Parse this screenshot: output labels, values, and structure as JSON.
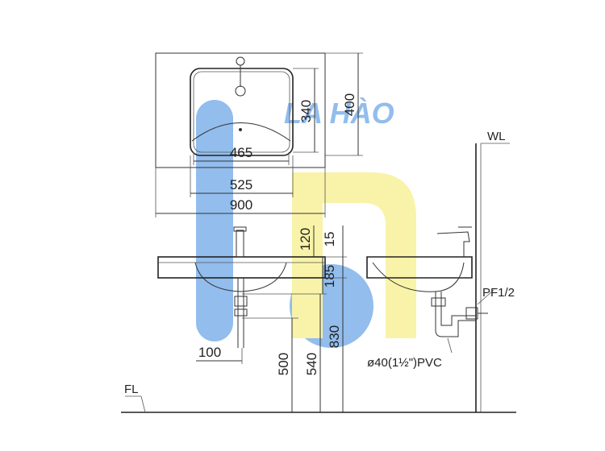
{
  "dimensions": {
    "d400": "400",
    "d340": "340",
    "d465": "465",
    "d525": "525",
    "d900": "900",
    "d120": "120",
    "d15": "15",
    "d185": "185",
    "d830": "830",
    "d100": "100",
    "d500": "500",
    "d540": "540"
  },
  "labels": {
    "wall": "WL",
    "floor": "FL",
    "supply_valve": "PF1/2",
    "drain_pipe": "ø40(1½\")PVC"
  },
  "watermark": {
    "text": "LA HÀO",
    "colors": {
      "blue": "#7fb2ea",
      "yellow": "#f7f29a"
    }
  }
}
